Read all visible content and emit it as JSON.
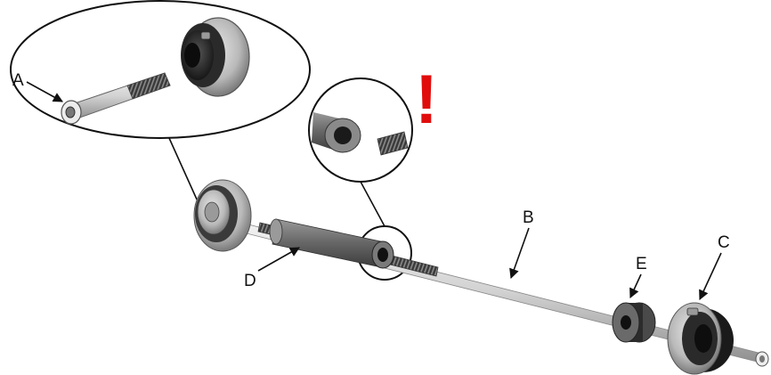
{
  "labels": {
    "a": "A",
    "b": "B",
    "c": "C",
    "d": "D",
    "e": "E"
  },
  "warning_mark": "!",
  "colors": {
    "warning": "#e10d0d",
    "metal_dark": "#3a3a3a",
    "metal_mid": "#8c8c8c",
    "metal_light": "#d6d6d6",
    "rod": "#e2e2e2"
  }
}
